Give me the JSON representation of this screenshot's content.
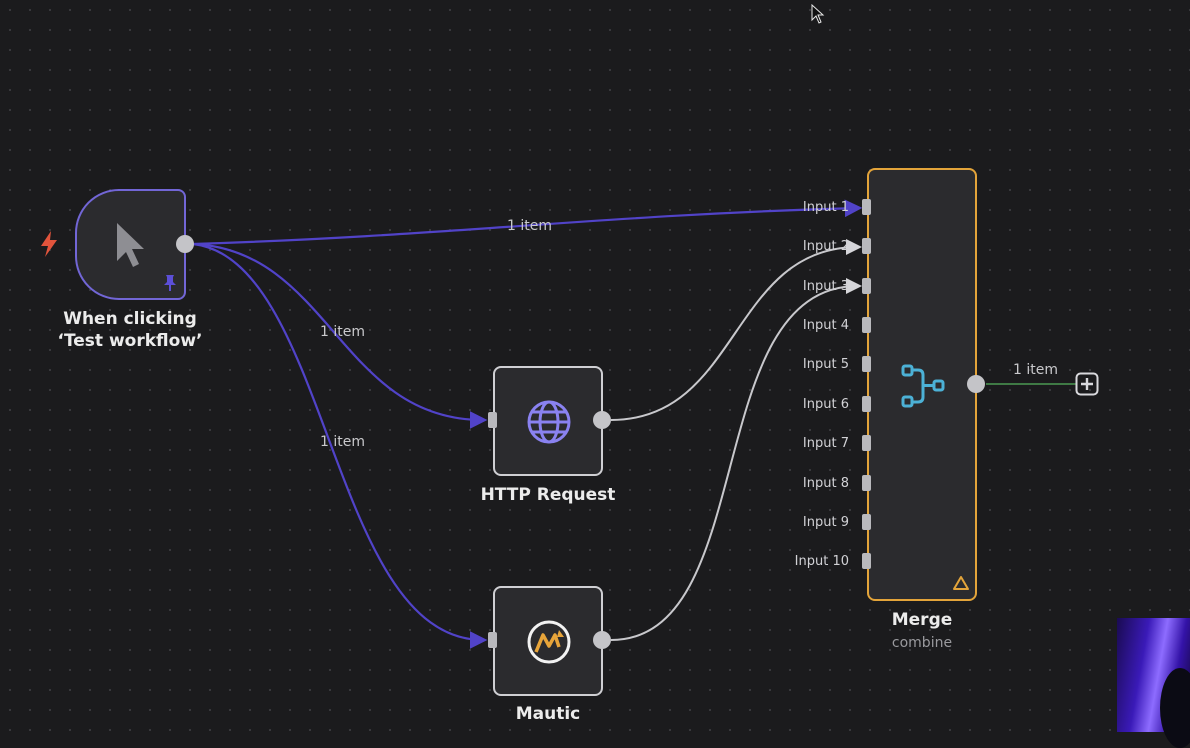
{
  "colors": {
    "trigger_edge": "#5143c8",
    "data_edge": "#c8c8cc",
    "output_edge": "#3f7a45",
    "merge_border": "#e3a43a",
    "trigger_border": "#7266d6",
    "bolt": "#e2543c",
    "globe": "#8a82f0",
    "merge_icon": "#4cb1d6",
    "mautic": "#e8a53a"
  },
  "nodes": {
    "trigger": {
      "label": "When clicking ‘Test workflow’",
      "icon": "cursor-icon",
      "badges": [
        "lightning-icon",
        "pin-icon"
      ]
    },
    "http": {
      "label": "HTTP Request",
      "icon": "globe-icon"
    },
    "mautic": {
      "label": "Mautic",
      "icon": "mautic-logo-icon"
    },
    "merge": {
      "label": "Merge",
      "subtitle": "combine",
      "icon": "merge-icon",
      "warning_icon": "warning-triangle-icon",
      "inputs": [
        "Input 1",
        "Input 2",
        "Input 3",
        "Input 4",
        "Input 5",
        "Input 6",
        "Input 7",
        "Input 8",
        "Input 9",
        "Input 10"
      ]
    }
  },
  "edges": {
    "trigger_to_merge": "1 item",
    "trigger_to_http": "1 item",
    "trigger_to_mautic": "1 item",
    "merge_out": "1 item"
  },
  "add_button": {
    "icon": "plus-icon"
  }
}
